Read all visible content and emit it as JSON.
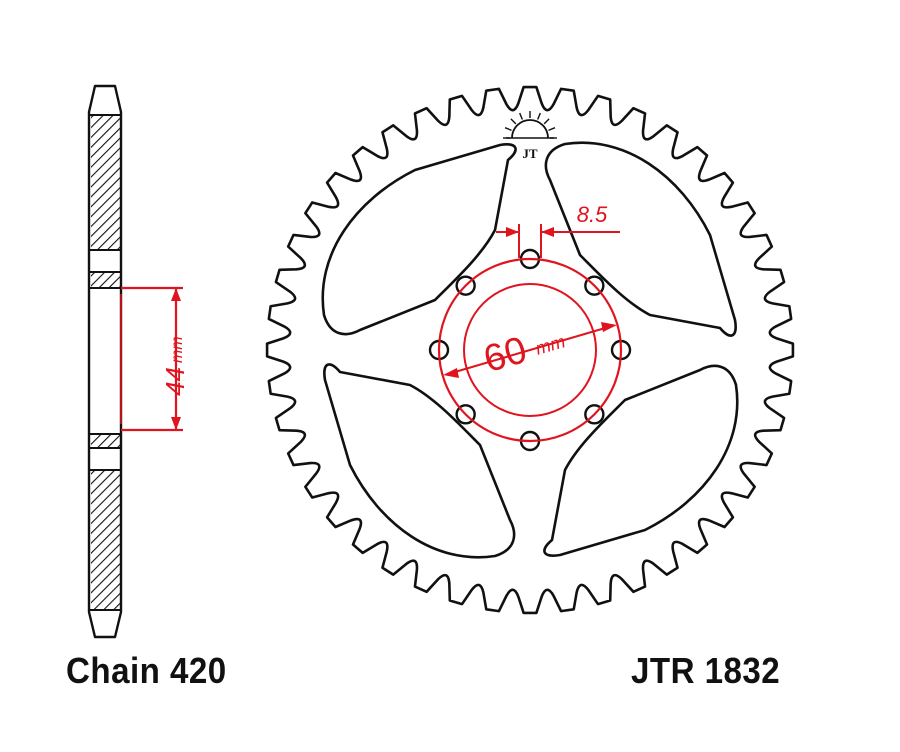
{
  "labels": {
    "chain": "Chain 420",
    "part_number": "JTR 1832",
    "bolt_hole": "8.5",
    "pcd_value": "60",
    "pcd_unit": "mm",
    "center_value": "44",
    "center_unit": "mm"
  },
  "sprocket": {
    "teeth": 44,
    "bolt_holes": 8,
    "cutouts": 4
  },
  "colors": {
    "line": "#111111",
    "dimension": "#e0141e",
    "background": "#ffffff"
  },
  "icons": {
    "logo": "jt-sunburst-logo"
  }
}
